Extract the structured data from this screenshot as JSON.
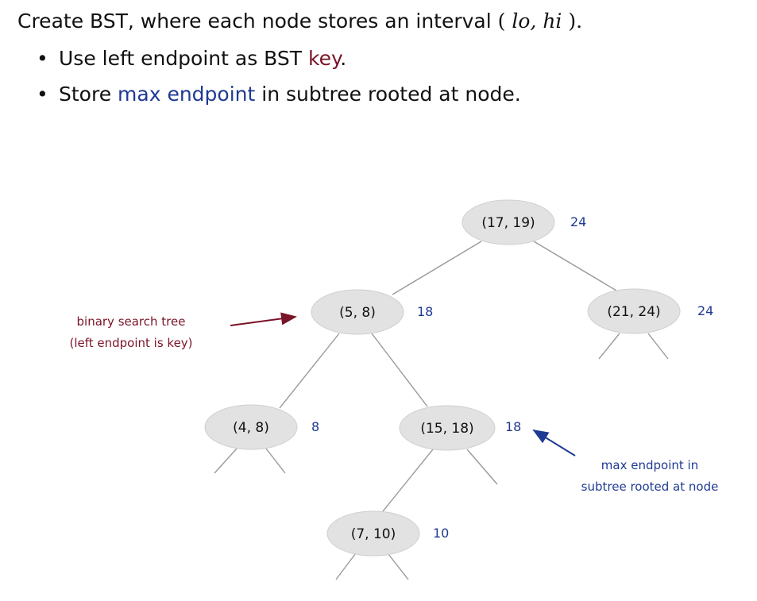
{
  "heading": {
    "text_before": "Create BST, where each node stores an interval ",
    "open_paren": "(",
    "lo": "lo,",
    "hi": "hi",
    "close_paren": ").",
    "gap": " "
  },
  "bullets": [
    {
      "text": "Use left endpoint as BST ",
      "highlight": "key",
      "suffix": "."
    },
    {
      "text": "Store ",
      "highlight": "max endpoint",
      "suffix": " in subtree rooted at node."
    }
  ],
  "tree": {
    "nodes": [
      {
        "id": "n17",
        "label": "(17, 19)",
        "max": "24"
      },
      {
        "id": "n5",
        "label": "(5, 8)",
        "max": "18"
      },
      {
        "id": "n21",
        "label": "(21, 24)",
        "max": "24"
      },
      {
        "id": "n4",
        "label": "(4, 8)",
        "max": "8"
      },
      {
        "id": "n15",
        "label": "(15, 18)",
        "max": "18"
      },
      {
        "id": "n7",
        "label": "(7, 10)",
        "max": "10"
      }
    ]
  },
  "annotations": {
    "bst_line1": "binary search tree",
    "bst_line2": "(left endpoint is key)",
    "max_line1": "max endpoint in",
    "max_line2": "subtree rooted at node"
  },
  "colors": {
    "key_color": "#7a1428",
    "max_color": "#1f3a93",
    "node_fill": "#e2e2e2"
  }
}
